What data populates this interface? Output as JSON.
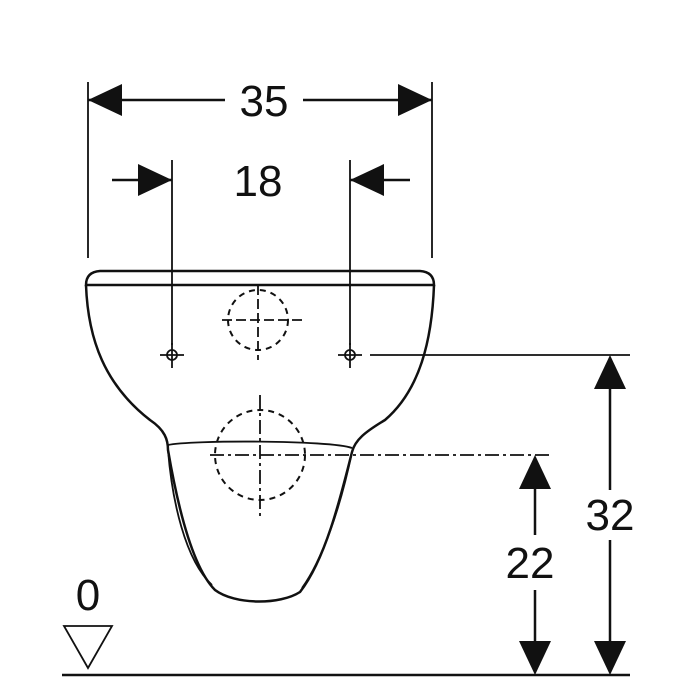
{
  "dimensions": {
    "overall_width": "35",
    "fixing_spacing": "18",
    "fixing_height": "32",
    "outlet_height": "22",
    "floor_level": "0"
  }
}
